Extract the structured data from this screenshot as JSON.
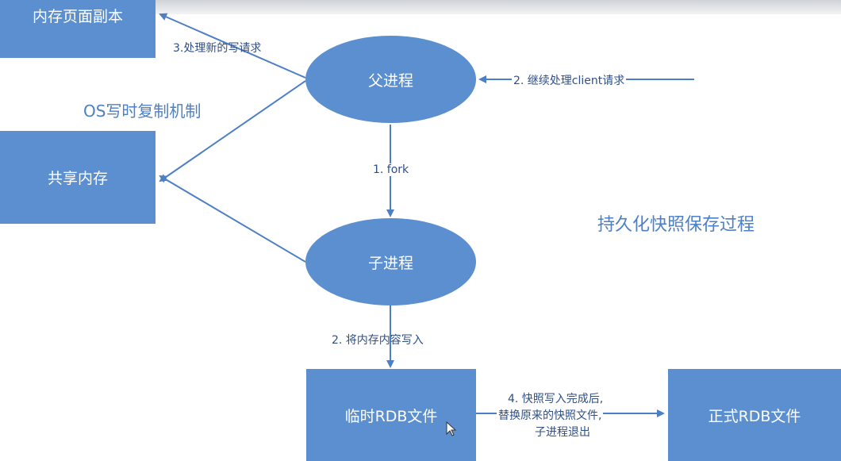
{
  "nodes": {
    "memory_page_copy": "内存页面副本",
    "shared_memory": "共享内存",
    "parent_process": "父进程",
    "child_process": "子进程",
    "temp_rdb_file": "临时RDB文件",
    "official_rdb_file": "正式RDB文件"
  },
  "labels": {
    "handle_new_write": "3.处理新的写请求",
    "continue_client": "2. 继续处理client请求",
    "os_cow": "OS写时复制机制",
    "fork": "1. fork",
    "write_memory": "2. 将内存内容写入",
    "title": "持久化快照保存过程",
    "replace_line1": "4. 快照写入完成后,",
    "replace_line2": "替换原来的快照文件,",
    "replace_line3": "子进程退出"
  },
  "colors": {
    "node_fill": "#5b8fd0",
    "arrow": "#4d7fc6",
    "text": "#2f4f86"
  }
}
